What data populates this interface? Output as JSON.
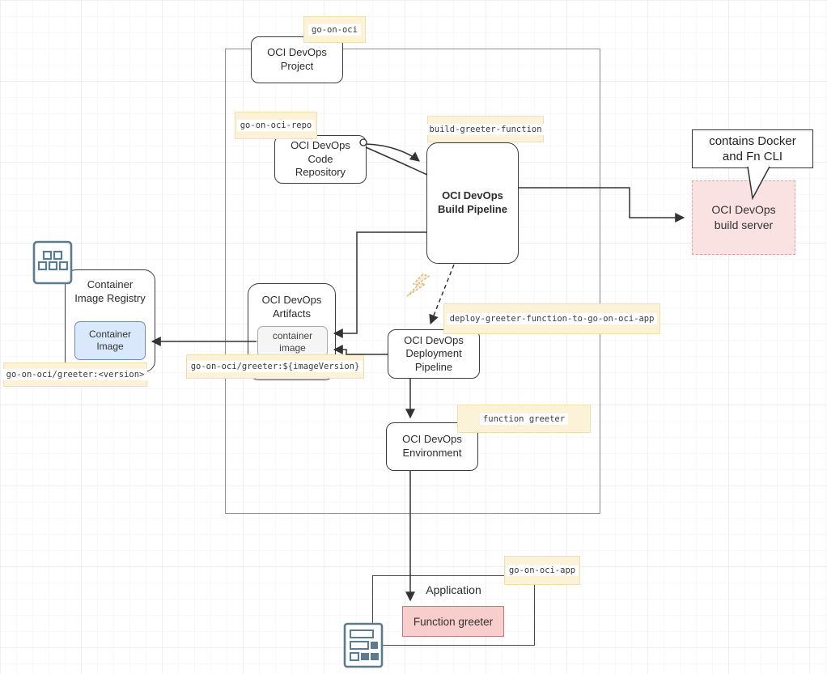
{
  "diagram": {
    "nodes": {
      "project": {
        "title": "OCI DevOps\nProject",
        "tag": "go-on-oci"
      },
      "code_repository": {
        "title": "OCI DevOps\nCode\nRepository",
        "tag": "go-on-oci-repo"
      },
      "build_pipeline": {
        "title": "OCI DevOps\nBuild Pipeline",
        "tag": "build-greeter-function"
      },
      "build_server": {
        "title": "OCI DevOps\nbuild server",
        "note": "contains Docker\nand Fn CLI"
      },
      "container_image_registry": {
        "title": "Container\nImage Registry",
        "image": "Container\nImage",
        "image_tag": "go-on-oci/greeter:<version>"
      },
      "artifacts": {
        "title": "OCI DevOps\nArtifacts",
        "artifact": "container\nimage",
        "artifact_tag": "go-on-oci/greeter:${imageVersion}"
      },
      "deployment_pipeline": {
        "title": "OCI DevOps\nDeployment\nPipeline",
        "tag": "deploy-greeter-function-to-go-on-oci-app"
      },
      "environment": {
        "title": "OCI DevOps\nEnvironment",
        "tag": "function greeter"
      },
      "application": {
        "title": "Application",
        "function": "Function greeter",
        "tag": "go-on-oci-app"
      }
    },
    "icons": {
      "registry": "container-registry-icon",
      "application": "application-icon",
      "trigger": "trigger-bolt-icon"
    },
    "colors": {
      "note_label_fill": "#fbf2d8",
      "note_label_border": "#f0e0b0",
      "build_server_fill": "#fbe2e2",
      "build_server_border": "#e6a1a1",
      "function_fill": "#f8cecc",
      "function_border": "#c97a74",
      "container_image_fill": "#dae8fc",
      "container_image_border": "#6c8ebf",
      "artifact_fill": "#f5f5f5",
      "line": "#333333",
      "icon_stroke": "#5b7b8e"
    }
  }
}
